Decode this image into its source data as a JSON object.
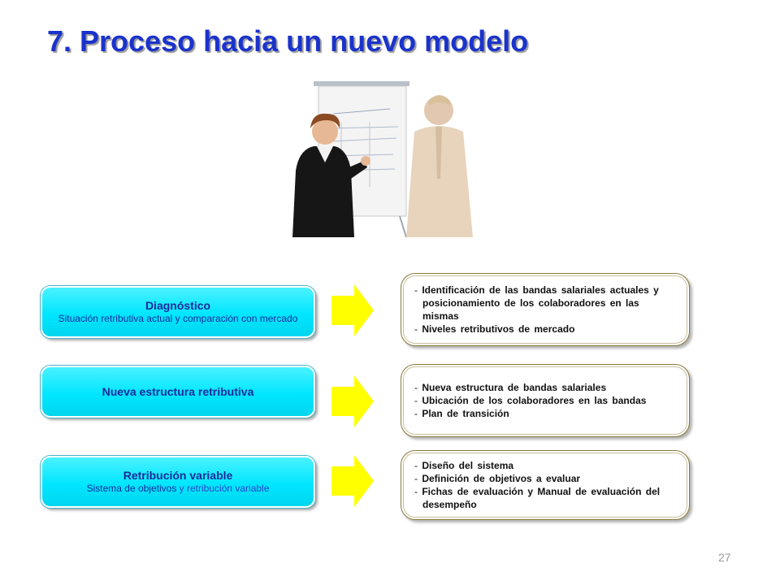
{
  "title": "7. Proceso hacia un nuevo modelo",
  "colors": {
    "title": "#1a33cc",
    "pill": "#00e6ff",
    "arrow": "#ffff00",
    "card_border": "#8a7a3c"
  },
  "image": {
    "icon": "photo-two-people-at-flipchart"
  },
  "rows": [
    {
      "pill": {
        "title": "Diagnóstico",
        "subtitle": "Situación retributiva actual y comparación con mercado"
      },
      "items": [
        "Identificación de las bandas salariales actuales y posicionamiento de los colaboradores en las mismas",
        "Niveles retributivos de mercado"
      ]
    },
    {
      "pill": {
        "title": "Nueva estructura retributiva"
      },
      "items": [
        "Nueva estructura de bandas salariales",
        "Ubicación de los colaboradores en las bandas",
        "Plan de transición"
      ]
    },
    {
      "pill": {
        "title": "Retribución variable",
        "subtitle_a": "Sistema de objetivos",
        "subtitle_y": "y",
        "subtitle_b": "retribución variable"
      },
      "items": [
        "Diseño del sistema",
        "Definición de objetivos a evaluar",
        "Fichas de evaluación y Manual de evaluación del desempeño"
      ]
    }
  ],
  "page_number": "27"
}
